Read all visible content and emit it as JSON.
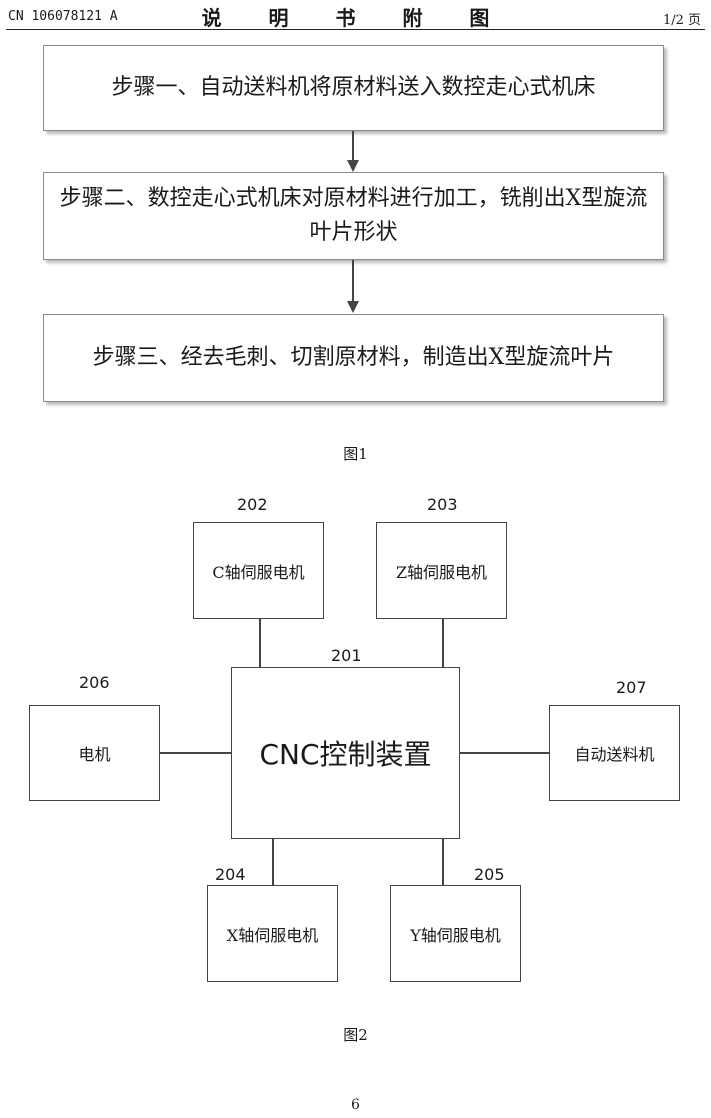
{
  "header": {
    "doc_number": "CN 106078121 A",
    "title": "说 明 书 附 图",
    "page": "1/2 页"
  },
  "figure1": {
    "steps": [
      "步骤一、自动送料机将原材料送入数控走心式机床",
      "步骤二、数控走心式机床对原材料进行加工，铣削出X型旋流叶片形状",
      "步骤三、经去毛刺、切割原材料，制造出X型旋流叶片"
    ],
    "caption": "图1"
  },
  "figure2": {
    "center": {
      "ref": "201",
      "label": "CNC控制装置"
    },
    "c_axis": {
      "ref": "202",
      "label": "C轴伺服电机"
    },
    "z_axis": {
      "ref": "203",
      "label": "Z轴伺服电机"
    },
    "x_axis": {
      "ref": "204",
      "label": "X轴伺服电机"
    },
    "y_axis": {
      "ref": "205",
      "label": "Y轴伺服电机"
    },
    "motor": {
      "ref": "206",
      "label": "电机"
    },
    "feeder": {
      "ref": "207",
      "label": "自动送料机"
    },
    "caption": "图2"
  },
  "page_number": "6"
}
